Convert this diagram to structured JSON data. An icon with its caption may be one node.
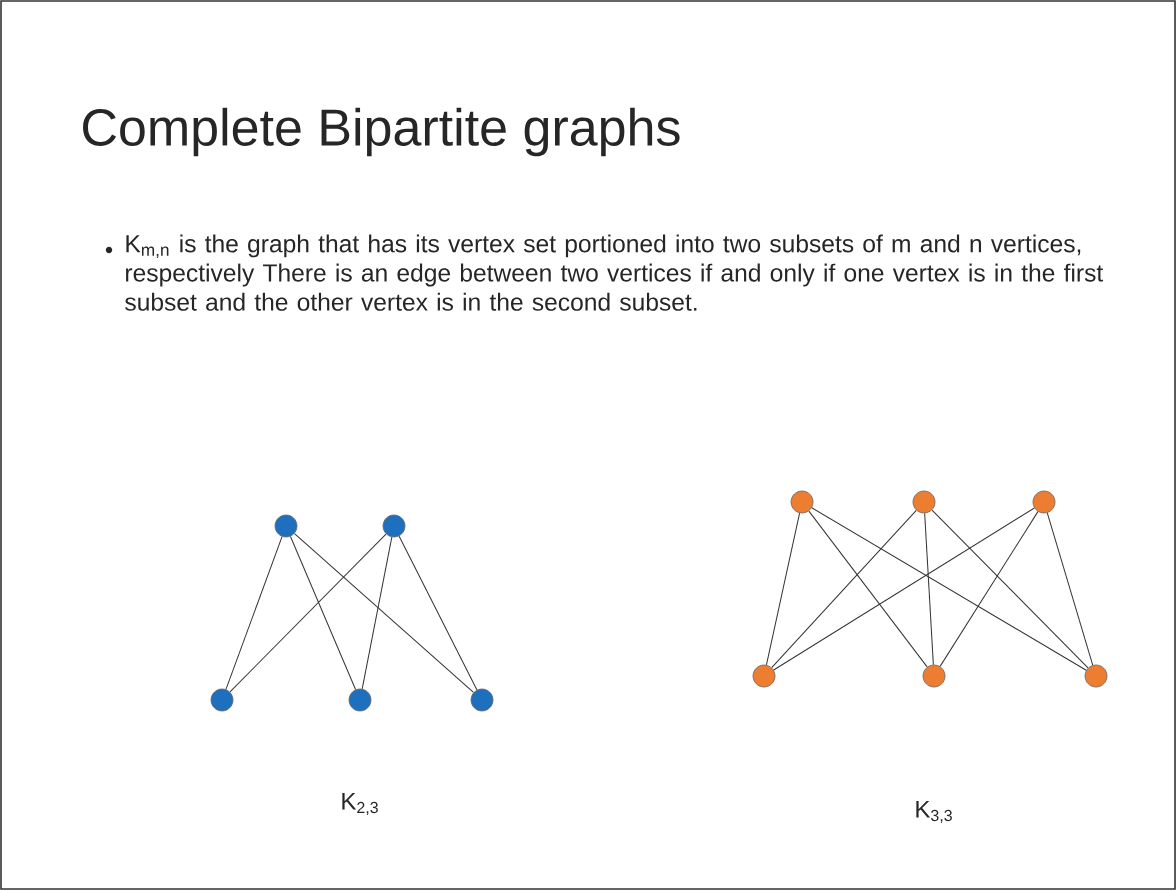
{
  "diagram": {
    "title": "Complete Bipartite graphs",
    "nodes": [
      {
        "text": [],
        "shape": "circle"
      },
      {
        "text": [],
        "shape": "circle"
      },
      {
        "text": [],
        "shape": "circle"
      },
      {
        "text": [],
        "shape": "circle"
      },
      {
        "text": [],
        "shape": "circle"
      },
      {
        "text": [],
        "shape": "circle"
      },
      {
        "text": [],
        "shape": "circle"
      },
      {
        "text": [],
        "shape": "circle"
      },
      {
        "text": [],
        "shape": "circle"
      },
      {
        "text": [],
        "shape": "circle"
      },
      {
        "text": [],
        "shape": "circle"
      }
    ],
    "edges": [
      {
        "from": 0,
        "to": 2,
        "arrow": "none"
      },
      {
        "from": 0,
        "to": 3,
        "arrow": "none"
      },
      {
        "from": 0,
        "to": 4,
        "arrow": "none"
      },
      {
        "from": 1,
        "to": 2,
        "arrow": "none"
      },
      {
        "from": 1,
        "to": 3,
        "arrow": "none"
      },
      {
        "from": 1,
        "to": 4,
        "arrow": "none"
      },
      {
        "from": 5,
        "to": 8,
        "arrow": "none"
      },
      {
        "from": 5,
        "to": 9,
        "arrow": "none"
      },
      {
        "from": 5,
        "to": 10,
        "arrow": "none"
      },
      {
        "from": 6,
        "to": 8,
        "arrow": "none"
      },
      {
        "from": 6,
        "to": 9,
        "arrow": "none"
      },
      {
        "from": 6,
        "to": 10,
        "arrow": "none"
      },
      {
        "from": 7,
        "to": 8,
        "arrow": "none"
      },
      {
        "from": 7,
        "to": 9,
        "arrow": "none"
      },
      {
        "from": 7,
        "to": 10,
        "arrow": "none"
      }
    ],
    "labels": [
      "K$_{m,n}$ is the graph that has its vertex set portioned into two subsets of m and n vertices, respectively There is an edge between two vertices if and only if one vertex is in the first subset and the other vertex is in the second subset.",
      "K$_{2,3}$",
      "K$_{3,3}$"
    ]
  }
}
